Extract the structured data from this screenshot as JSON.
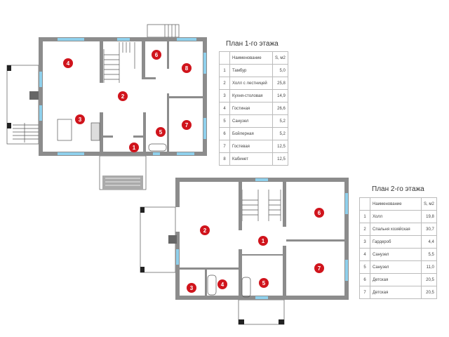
{
  "floor1": {
    "title": "План 1-го этажа",
    "header": {
      "name": "Наименование",
      "area": "S, м2"
    },
    "rows": [
      {
        "n": "1",
        "name": "Тамбур",
        "area": "5,0"
      },
      {
        "n": "2",
        "name": "Холл с лестницей",
        "area": "25,8"
      },
      {
        "n": "3",
        "name": "Кухня-столовая",
        "area": "14,9"
      },
      {
        "n": "4",
        "name": "Гостиная",
        "area": "26,6"
      },
      {
        "n": "5",
        "name": "Санузел",
        "area": "5,2"
      },
      {
        "n": "6",
        "name": "Бойлерная",
        "area": "5,2"
      },
      {
        "n": "7",
        "name": "Гостевая",
        "area": "12,5"
      },
      {
        "n": "8",
        "name": "Кабинет",
        "area": "12,5"
      }
    ],
    "markers": [
      "1",
      "2",
      "3",
      "4",
      "5",
      "6",
      "7",
      "8"
    ]
  },
  "floor2": {
    "title": "План 2-го этажа",
    "header": {
      "name": "Наименование",
      "area": "S, м2"
    },
    "rows": [
      {
        "n": "1",
        "name": "Холл",
        "area": "19,8"
      },
      {
        "n": "2",
        "name": "Спальня хозяйская",
        "area": "30,7"
      },
      {
        "n": "3",
        "name": "Гардероб",
        "area": "4,4"
      },
      {
        "n": "4",
        "name": "Санузел",
        "area": "5,5"
      },
      {
        "n": "5",
        "name": "Санузел",
        "area": "11,0"
      },
      {
        "n": "6",
        "name": "Детская",
        "area": "20,5"
      },
      {
        "n": "7",
        "name": "Детская",
        "area": "20,5"
      }
    ],
    "markers": [
      "1",
      "2",
      "3",
      "4",
      "5",
      "6",
      "7"
    ]
  },
  "colors": {
    "wall": "#8c8c8c",
    "window": "#8fd0ec",
    "marker": "#d0141c"
  }
}
